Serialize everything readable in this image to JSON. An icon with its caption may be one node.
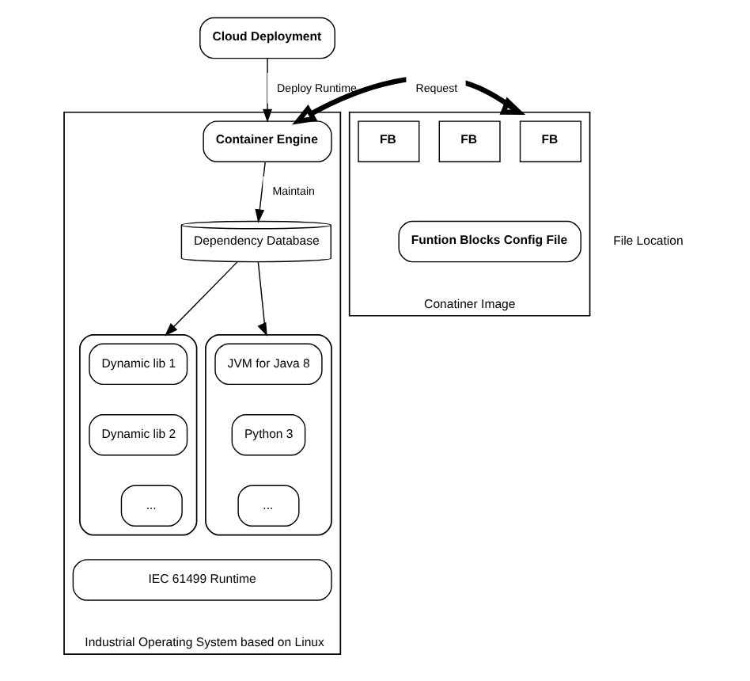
{
  "diagram": {
    "nodes": [
      {
        "text": [
          "Cloud Deployment"
        ]
      },
      {
        "text": [
          "Industrial Operating System based on Linux"
        ]
      },
      {
        "text": [
          "Container Engine"
        ],
        "in": 1
      },
      {
        "text": [
          "Dependency Database"
        ],
        "in": 1
      },
      {
        "text": [],
        "shape": "box",
        "in": 1
      },
      {
        "text": [
          "Dynamic lib 1"
        ],
        "in": 4
      },
      {
        "text": [
          "Dynamic lib 2"
        ],
        "in": 4
      },
      {
        "text": [
          "..."
        ],
        "in": 4
      },
      {
        "text": [],
        "shape": "box",
        "in": 1
      },
      {
        "text": [
          "JVM for Java 8"
        ],
        "in": 8
      },
      {
        "text": [
          "Python 3"
        ],
        "in": 8
      },
      {
        "text": [
          "..."
        ],
        "in": 8
      },
      {
        "text": [
          "IEC 61499 Runtime"
        ],
        "in": 1
      },
      {
        "text": [
          "Conatiner Image"
        ]
      },
      {
        "text": [
          "FB"
        ],
        "in": 13
      },
      {
        "text": [
          "FB"
        ],
        "in": 13
      },
      {
        "text": [
          "FB"
        ],
        "in": 13
      },
      {
        "text": [
          "Funtion Blocks Config File"
        ],
        "in": 13
      }
    ],
    "edges": [
      {
        "from": 0,
        "to": 2,
        "arrow": "to",
        "label": "Deploy Runtime"
      },
      {
        "from": 2,
        "to": 3,
        "arrow": "to",
        "label": "Maintain"
      },
      {
        "from": 3,
        "to": 4,
        "arrow": "to"
      },
      {
        "from": 3,
        "to": 8,
        "arrow": "to"
      },
      {
        "from": 2,
        "to": 13,
        "arrow": "both",
        "label": "Request",
        "style": "thick"
      }
    ],
    "labels": [
      "File Location"
    ]
  }
}
